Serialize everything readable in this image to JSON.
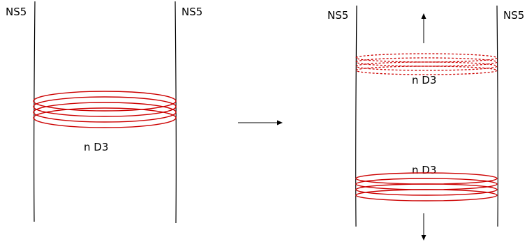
{
  "labels": {
    "left_ns5_a": "NS5",
    "left_ns5_b": "NS5",
    "left_d3": "n D3",
    "right_ns5_a": "NS5",
    "right_ns5_b": "NS5",
    "right_d3_top": "n D3",
    "right_d3_bottom": "n D3"
  },
  "colors": {
    "brane": "#000000",
    "d3": "#cc0000"
  }
}
